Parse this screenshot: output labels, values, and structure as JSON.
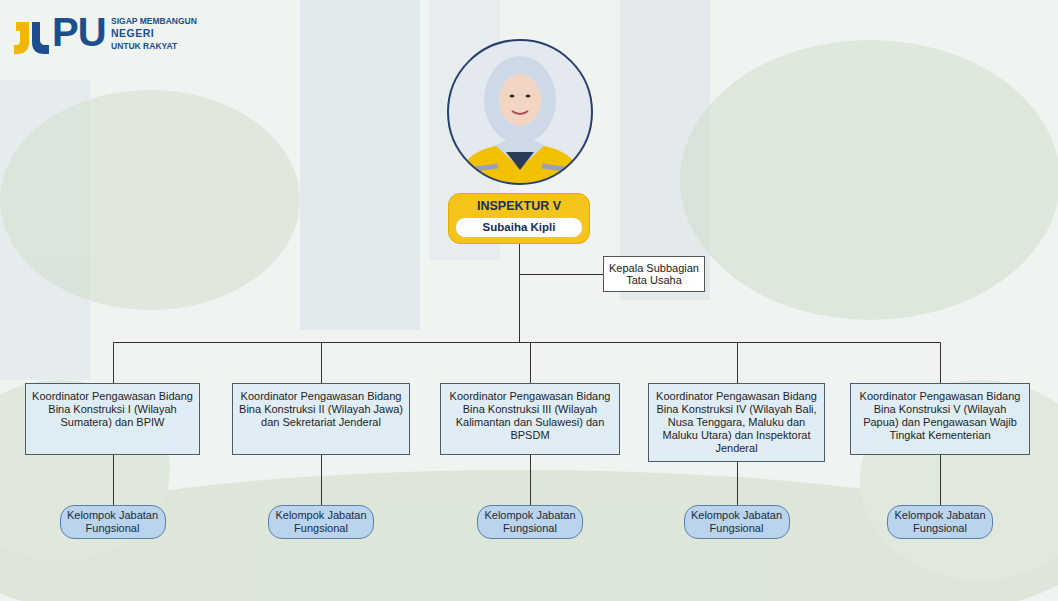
{
  "diagram": {
    "nodes": [
      {
        "text": [
          "INSPEKTUR V"
        ]
      },
      {
        "text": [
          "Subaiha Kipli"
        ],
        "in": 0
      },
      {
        "text": [
          "Kepala Subbagian Tata Usaha"
        ]
      },
      {
        "text": [
          "Koordinator Pengawasan Bidang Bina Konstruksi I (Wilayah Sumatera) dan BPIW"
        ]
      },
      {
        "text": [
          "Koordinator Pengawasan Bidang Bina Konstruksi II (Wilayah Jawa) dan Sekretariat Jenderal"
        ]
      },
      {
        "text": [
          "Koordinator Pengawasan Bidang Bina Konstruksi III (Wilayah Kalimantan dan Sulawesi) dan BPSDM"
        ]
      },
      {
        "text": [
          "Koordinator Pengawasan Bidang Bina Konstruksi IV (Wilayah Bali, Nusa Tenggara, Maluku dan Maluku Utara) dan Inspektorat Jenderal"
        ]
      },
      {
        "text": [
          "Koordinator Pengawasan Bidang Bina Konstruksi V (Wilayah Papua) dan Pengawasan Wajib Tingkat Kementerian"
        ]
      },
      {
        "text": [
          "Kelompok Jabatan Fungsional"
        ]
      },
      {
        "text": [
          "Kelompok Jabatan Fungsional"
        ]
      },
      {
        "text": [
          "Kelompok Jabatan Fungsional"
        ]
      },
      {
        "text": [
          "Kelompok Jabatan Fungsional"
        ]
      },
      {
        "text": [
          "Kelompok Jabatan Fungsional"
        ]
      }
    ],
    "edges": [
      {
        "from": 0,
        "to": 2,
        "arrow": "none"
      },
      {
        "from": 0,
        "to": 3,
        "arrow": "none"
      },
      {
        "from": 0,
        "to": 4,
        "arrow": "none"
      },
      {
        "from": 0,
        "to": 5,
        "arrow": "none"
      },
      {
        "from": 0,
        "to": 6,
        "arrow": "none"
      },
      {
        "from": 0,
        "to": 7,
        "arrow": "none"
      },
      {
        "from": 3,
        "to": 8,
        "arrow": "none"
      },
      {
        "from": 4,
        "to": 9,
        "arrow": "none"
      },
      {
        "from": 5,
        "to": 10,
        "arrow": "none"
      },
      {
        "from": 6,
        "to": 11,
        "arrow": "none"
      },
      {
        "from": 7,
        "to": 12,
        "arrow": "none"
      }
    ],
    "labels": [
      "PU",
      "SIGAP MEMBANGUN",
      "NEGERI",
      "UNTUK RAKYAT"
    ]
  }
}
